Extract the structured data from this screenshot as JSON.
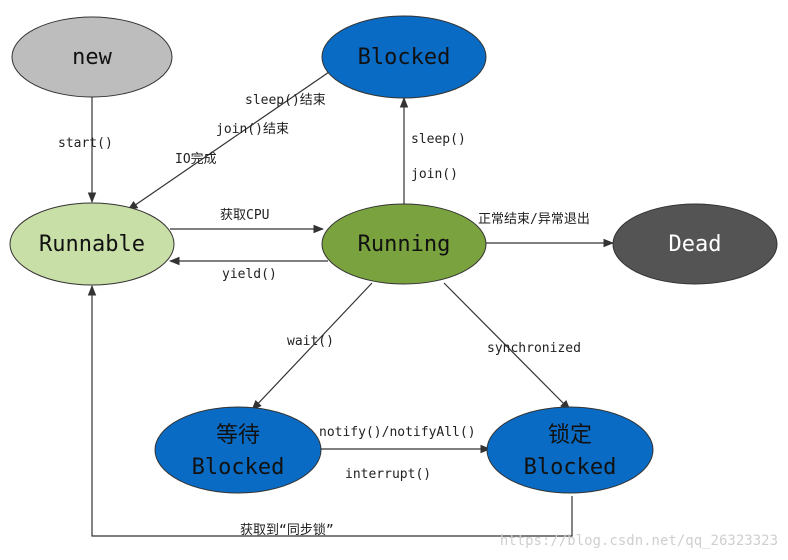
{
  "states": {
    "new": {
      "label": "new",
      "fill": "#bdbdbd",
      "text_color": "#111111"
    },
    "blocked_top": {
      "label": "Blocked",
      "fill": "#0a6bc4",
      "text_color": "#111111"
    },
    "runnable": {
      "label": "Runnable",
      "fill": "#c9dfa8",
      "text_color": "#111111"
    },
    "running": {
      "label": "Running",
      "fill": "#7aa23e",
      "text_color": "#111111"
    },
    "dead": {
      "label": "Dead",
      "fill": "#545454",
      "text_color": "#ffffff"
    },
    "waiting_blocked": {
      "label_line1": "等待",
      "label_line2": "Blocked",
      "fill": "#0a6bc4",
      "text_color": "#111111"
    },
    "lock_blocked": {
      "label_line1": "锁定",
      "label_line2": "Blocked",
      "fill": "#0a6bc4",
      "text_color": "#111111"
    }
  },
  "edges": {
    "start": "start()",
    "sleep_end": "sleep()结束",
    "join_end": "join()结束",
    "io_done": "IO完成",
    "get_cpu": "获取CPU",
    "yield": "yield()",
    "sleep": "sleep()",
    "join": "join()",
    "normal_exit": "正常结束/异常退出",
    "wait": "wait()",
    "synchronized": "synchronized",
    "notify": "notify()/notifyAll()",
    "interrupt": "interrupt()",
    "acquire_lock": "获取到“同步锁”"
  },
  "watermark": "https://blog.csdn.net/qq_26323323"
}
